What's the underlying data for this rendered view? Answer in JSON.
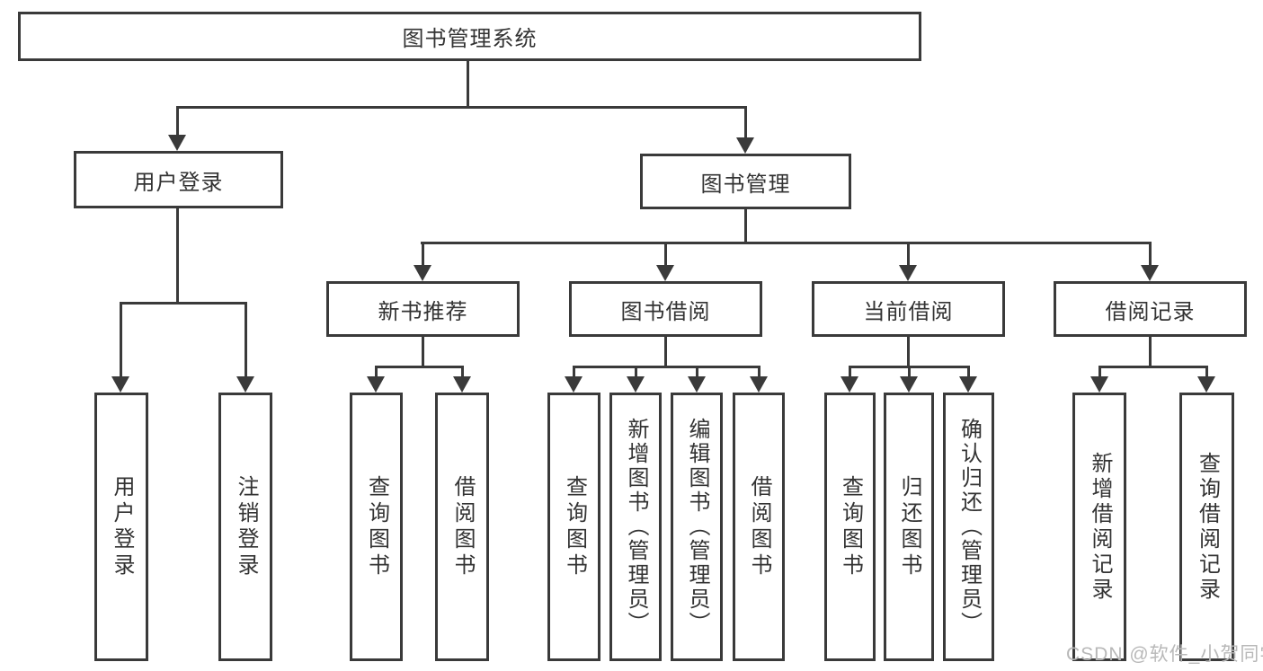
{
  "tree": {
    "label": "图书管理系统",
    "children": [
      {
        "label": "用户登录",
        "children": [
          {
            "label": "用户登录"
          },
          {
            "label": "注销登录"
          }
        ]
      },
      {
        "label": "图书管理",
        "children": [
          {
            "label": "新书推荐",
            "children": [
              {
                "label": "查询图书"
              },
              {
                "label": "借阅图书"
              }
            ]
          },
          {
            "label": "图书借阅",
            "children": [
              {
                "label": "查询图书"
              },
              {
                "label": "新增图书（管理员）"
              },
              {
                "label": "编辑图书（管理员）"
              },
              {
                "label": "借阅图书"
              }
            ]
          },
          {
            "label": "当前借阅",
            "children": [
              {
                "label": "查询图书"
              },
              {
                "label": "归还图书"
              },
              {
                "label": "确认归还（管理员）"
              }
            ]
          },
          {
            "label": "借阅记录",
            "children": [
              {
                "label": "新增借阅记录"
              },
              {
                "label": "查询借阅记录"
              }
            ]
          }
        ]
      }
    ]
  },
  "watermark": "CSDN @软件_小贺同学",
  "colors": {
    "line": "#3a3a3a",
    "text": "#333333",
    "background": "#ffffff",
    "watermark": "#b8b8b8"
  }
}
